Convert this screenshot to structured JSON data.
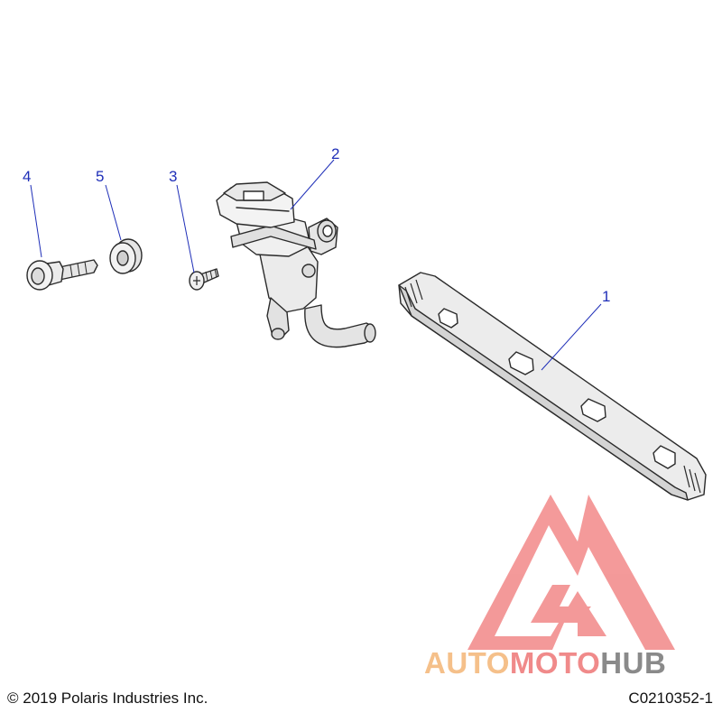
{
  "callouts": [
    {
      "id": "1",
      "label": "1"
    },
    {
      "id": "2",
      "label": "2"
    },
    {
      "id": "3",
      "label": "3"
    },
    {
      "id": "4",
      "label": "4"
    },
    {
      "id": "5",
      "label": "5"
    }
  ],
  "footer": {
    "copyright": "© 2019 Polaris Industries Inc.",
    "drawing_number": "C0210352-1"
  },
  "watermark": {
    "part_a": "AUTO",
    "part_b": "MOTO",
    "part_c": "HUB",
    "colors": {
      "auto": "#f5c08a",
      "moto": "#f08a8a",
      "hub": "#8a8a8a",
      "logo": "#f07878"
    }
  },
  "colors": {
    "callout": "#1f2fb8",
    "part_fill": "#ececec",
    "outline": "#2a2a2a"
  }
}
